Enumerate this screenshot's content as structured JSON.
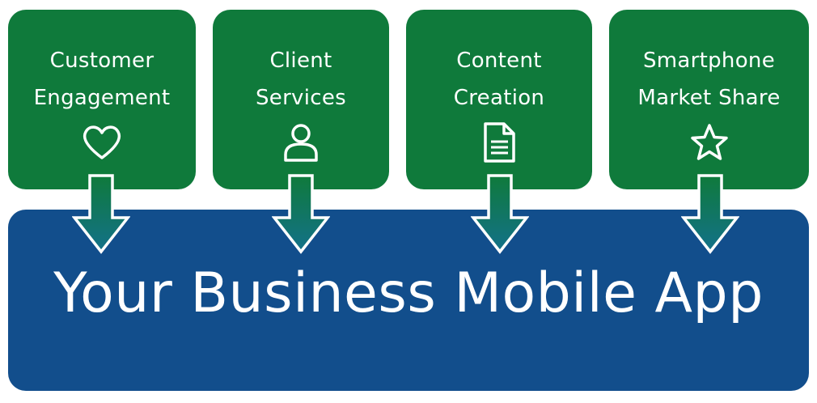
{
  "cards": [
    {
      "line1": "Customer",
      "line2": "Engagement",
      "icon": "heart-icon"
    },
    {
      "line1": "Client",
      "line2": "Services",
      "icon": "user-icon"
    },
    {
      "line1": "Content",
      "line2": "Creation",
      "icon": "document-icon"
    },
    {
      "line1": "Smartphone",
      "line2": "Market Share",
      "icon": "star-icon"
    }
  ],
  "app": {
    "title": "Your Business Mobile App"
  },
  "colors": {
    "card_green": "#0f7a3b",
    "app_blue": "#124e8c",
    "arrow_top": "#0f7a3b",
    "arrow_bottom": "#13718a"
  }
}
